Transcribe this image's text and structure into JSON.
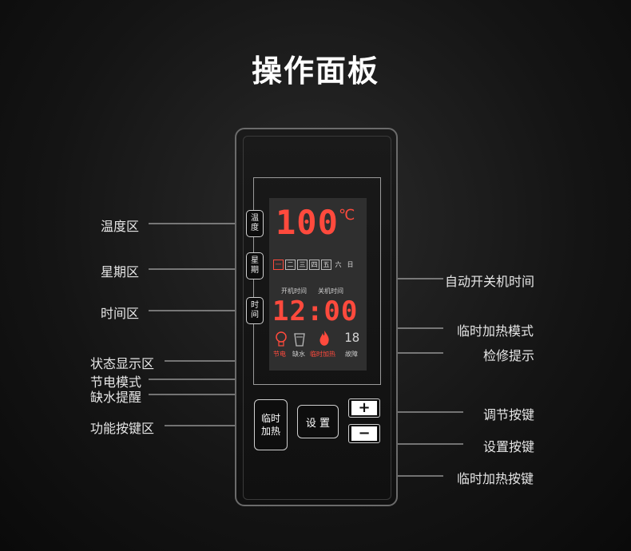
{
  "title": "操作面板",
  "left_labels": {
    "temp_zone": "温度区",
    "week_zone": "星期区",
    "time_zone": "时间区",
    "status_zone": "状态显示区",
    "power_saving": "节电模式",
    "water_shortage": "缺水提醒",
    "function_keys": "功能按键区"
  },
  "right_labels": {
    "auto_onoff": "自动开关机时间",
    "temp_heat_mode": "临时加热模式",
    "repair_hint": "检修提示",
    "adjust_keys": "调节按键",
    "set_key": "设置按键",
    "temp_heat_key": "临时加热按键"
  },
  "panel": {
    "tag_temp": "温度",
    "tag_week": "星期",
    "tag_time": "时间",
    "temperature": "100",
    "temp_unit": "℃",
    "weekdays": [
      "一",
      "二",
      "三",
      "四",
      "五",
      "六",
      "日"
    ],
    "active_day": "一",
    "on_time_label": "开机时间",
    "off_time_label": "关机时间",
    "clock": "12:00",
    "status_power_saving": "节电",
    "status_water": "缺水",
    "status_heat": "临时加热",
    "status_fault": "故障",
    "fault_code": "18",
    "btn_temp_heat": "临时加热",
    "btn_set": "设 置",
    "btn_plus": "+",
    "btn_minus": "−"
  },
  "colors": {
    "accent_red": "#ff4a3d",
    "line": "#cfcfcf"
  }
}
